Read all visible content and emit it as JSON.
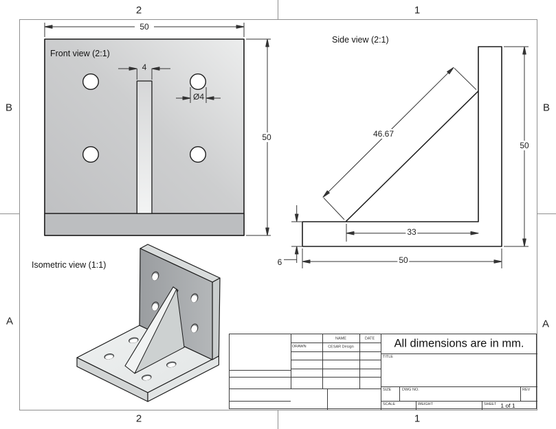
{
  "zones": {
    "top_left": "2",
    "top_right": "1",
    "bottom_left": "2",
    "bottom_right": "1",
    "left_top": "B",
    "left_bottom": "A",
    "right_top": "B",
    "right_bottom": "A"
  },
  "views": {
    "front": {
      "label": "Front view (2:1)",
      "dim_width": "50",
      "dim_height": "50",
      "dim_rib_width": "4",
      "dim_hole": "Ø4"
    },
    "side": {
      "label": "Side view (2:1)",
      "dim_diagonal": "46.67",
      "dim_height": "50",
      "dim_inner": "33",
      "dim_width": "50",
      "dim_thickness": "6"
    },
    "iso": {
      "label": "Isometric view (1:1)"
    }
  },
  "title_block": {
    "name_header": "NAME",
    "date_header": "DATE",
    "drawn_label": "DRAWN",
    "drawn_name": "CESAR Design",
    "note": "All dimensions are in mm.",
    "title_label": "TITLE",
    "size_label": "SIZE",
    "dwg_label": "DWG NO.",
    "rev_label": "REV",
    "scale_label": "SCALE",
    "weight_label": "WEIGHT",
    "sheet_label": "SHEET",
    "sheet_value": "1 of 1"
  },
  "colors": {
    "edge_line": "#1c1c1c",
    "dim_line": "#333333",
    "border": "#8f8f8f",
    "plate_gray": "#c9cacb",
    "iso_dark_face": "#a2a5a7"
  }
}
